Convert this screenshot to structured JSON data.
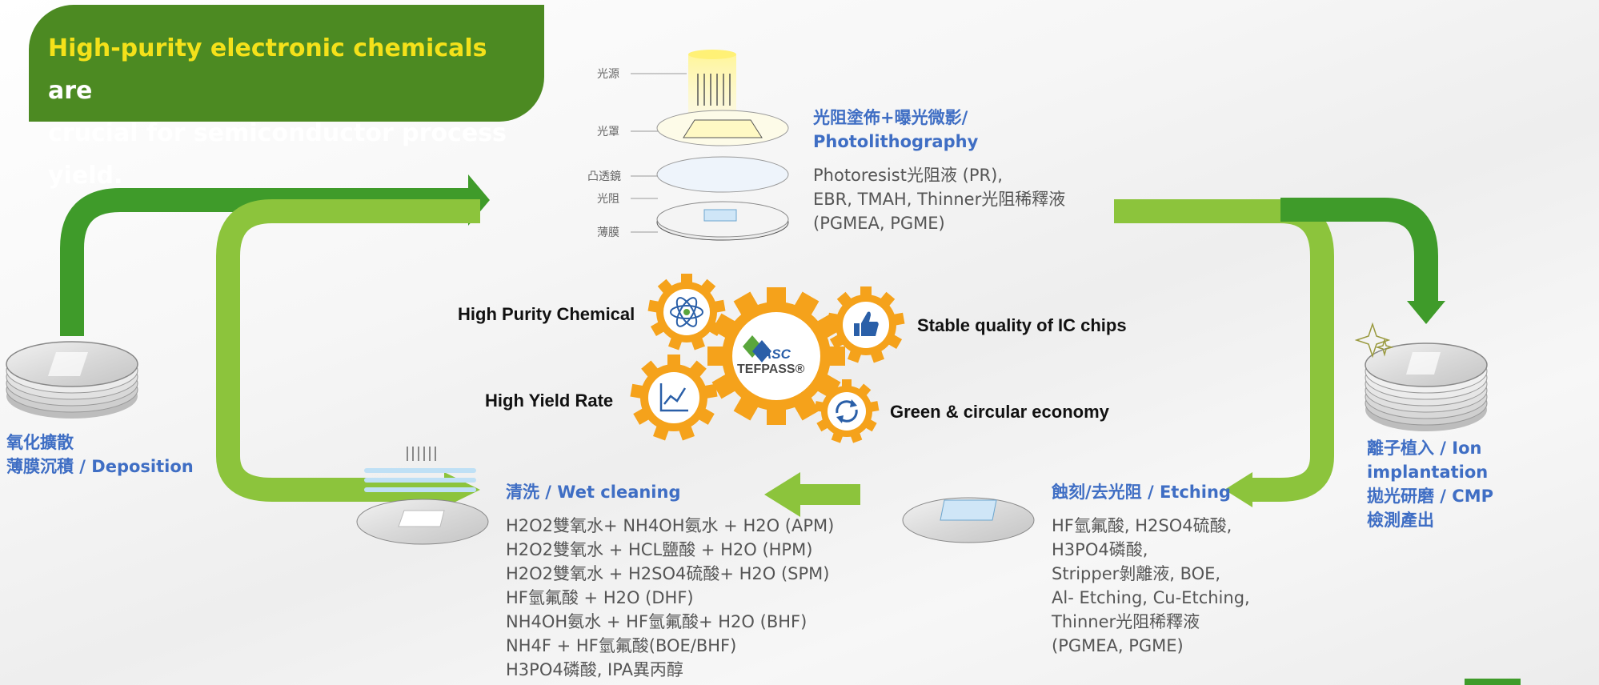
{
  "headline": {
    "highlight": "High-purity electronic chemicals",
    "rest_line1": " are",
    "line2": "crucial for semiconductor process yield."
  },
  "photolithography": {
    "title_line1": "光阻塗佈+曝光微影/",
    "title_line2": "Photolithography",
    "chemicals": [
      "Photoresist光阻液 (PR),",
      "EBR, TMAH, Thinner光阻稀釋液",
      "(PGMEA, PGME)"
    ],
    "layer_labels": [
      "光源",
      "光罩",
      "凸透鏡",
      "光阻",
      "薄膜"
    ]
  },
  "deposition": {
    "line1": "氧化擴散",
    "line2": "薄膜沉積 / Deposition"
  },
  "ion_implantation": {
    "line1": "離子植入 / Ion implantation",
    "line2": "拋光研磨 / CMP",
    "line3": "檢測產出"
  },
  "wet_cleaning": {
    "title": "清洗 / Wet cleaning",
    "chemicals": [
      "H2O2雙氧水+ NH4OH氨水 + H2O (APM)",
      "H2O2雙氧水 + HCL鹽酸 + H2O (HPM)",
      "H2O2雙氧水 + H2SO4硫酸+ H2O (SPM)",
      "HF氫氟酸 + H2O (DHF)",
      "NH4OH氨水 + HF氫氟酸+ H2O (BHF)",
      "NH4F + HF氫氟酸(BOE/BHF)",
      "H3PO4磷酸, IPA異丙醇"
    ]
  },
  "etching": {
    "title": "蝕刻/去光阻 / Etching",
    "chemicals": [
      "HF氫氟酸, H2SO4硫酸,",
      "H3PO4磷酸,",
      "Stripper剝離液, BOE,",
      "Al- Etching, Cu-Etching,",
      "Thinner光阻稀釋液",
      "(PGMEA, PGME)"
    ]
  },
  "gears": {
    "high_purity": "High Purity Chemical",
    "stable_quality": "Stable quality of IC chips",
    "high_yield": "High Yield Rate",
    "green": "Green & circular economy",
    "logo_asc": "ASC",
    "logo_tefpass": "TEFPASS®"
  },
  "colors": {
    "banner_green": "#4c8a22",
    "highlight_yellow": "#f4e11a",
    "title_blue": "#3f6ec4",
    "arrow_dark_green": "#3f9b2a",
    "arrow_light_green": "#8cc43c",
    "gear_orange": "#f5a21b"
  },
  "icons": [
    "atom-icon",
    "thumbs-up-icon",
    "chart-icon",
    "recycle-icon",
    "asc-logo-icon",
    "sparkle-icon"
  ]
}
